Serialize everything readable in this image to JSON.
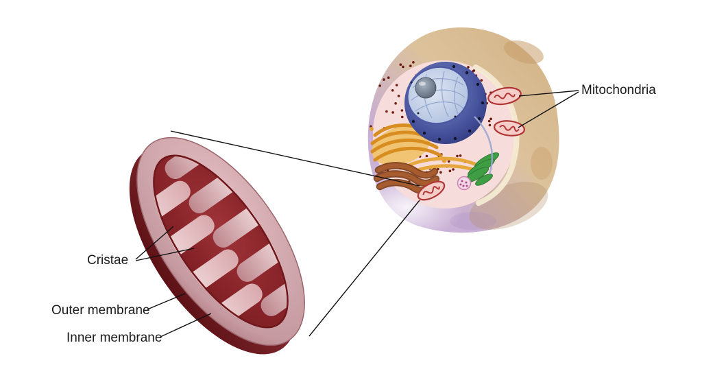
{
  "figure": {
    "type": "biology-diagram",
    "subject": "Animal cell with enlarged cutaway mitochondrion",
    "labels": {
      "mitochondria": "Mitochondria",
      "cristae": "Cristae",
      "outer_membrane": "Outer membrane",
      "inner_membrane": "Inner membrane"
    },
    "colors": {
      "background": "#ffffff",
      "leader_line": "#111111",
      "label_text": "#1a1a1a",
      "mito_matrix": "#8c262b",
      "mito_cristae": "#ecd2d4",
      "mito_outer_membrane": "#c59aa0",
      "mito_depth": "#7a2026",
      "cell_tan": "#d8bd92",
      "cell_purple": "#c3a8cf",
      "cytoplasm_pink": "#f6dcda",
      "nucleus_blue": "#3a468c",
      "golgi_orange": "#dc9326",
      "organelle_green": "#3f9d44",
      "organelle_brown": "#99512a",
      "small_mito_red": "#b23535"
    }
  }
}
